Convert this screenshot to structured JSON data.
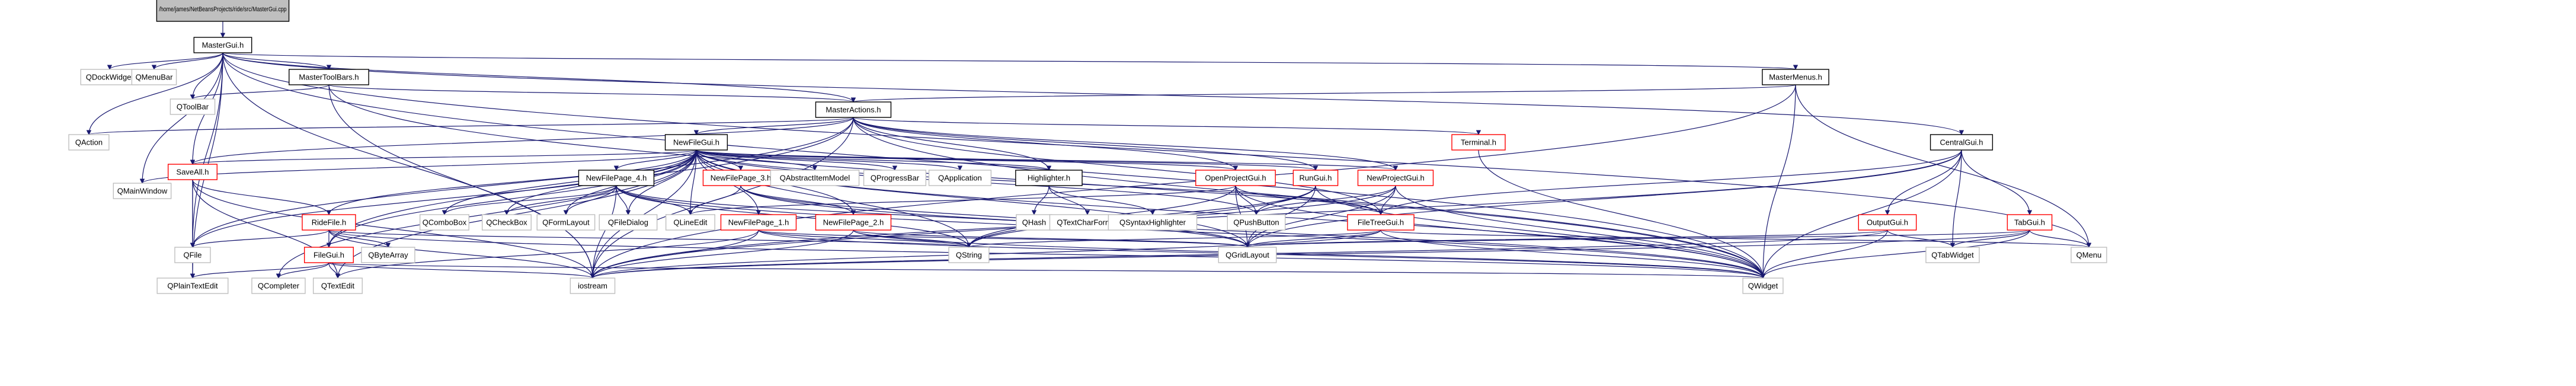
{
  "colors": {
    "edge": "#191970",
    "node_fill": "#ffffff",
    "border_normal": "#000000",
    "border_truncated": "#ff0000",
    "border_external": "#bfbfbf",
    "root_fill": "#bfbfbf",
    "text": "#000000"
  },
  "nodes": [
    {
      "id": "root",
      "label": "/home/james/NetBeansProjects/ride/src/MasterGui.cpp",
      "kind": "root"
    },
    {
      "id": "MasterGui",
      "label": "MasterGui.h",
      "kind": "normal"
    },
    {
      "id": "QDockWidget",
      "label": "QDockWidget",
      "kind": "external"
    },
    {
      "id": "QMenuBar",
      "label": "QMenuBar",
      "kind": "external"
    },
    {
      "id": "MasterToolBars",
      "label": "MasterToolBars.h",
      "kind": "normal"
    },
    {
      "id": "MasterMenus",
      "label": "MasterMenus.h",
      "kind": "normal"
    },
    {
      "id": "CentralGui",
      "label": "CentralGui.h",
      "kind": "normal"
    },
    {
      "id": "QToolBar",
      "label": "QToolBar",
      "kind": "external"
    },
    {
      "id": "MasterActions",
      "label": "MasterActions.h",
      "kind": "normal"
    },
    {
      "id": "QAction",
      "label": "QAction",
      "kind": "external"
    },
    {
      "id": "QMainWindow",
      "label": "QMainWindow",
      "kind": "external"
    },
    {
      "id": "NewFileGui",
      "label": "NewFileGui.h",
      "kind": "normal"
    },
    {
      "id": "Terminal",
      "label": "Terminal.h",
      "kind": "truncated"
    },
    {
      "id": "SaveAll",
      "label": "SaveAll.h",
      "kind": "truncated"
    },
    {
      "id": "NewFilePage_4",
      "label": "NewFilePage_4.h",
      "kind": "normal"
    },
    {
      "id": "NewFilePage_3",
      "label": "NewFilePage_3.h",
      "kind": "truncated"
    },
    {
      "id": "QAbstractItemModel",
      "label": "QAbstractItemModel",
      "kind": "external"
    },
    {
      "id": "QProgressBar",
      "label": "QProgressBar",
      "kind": "external"
    },
    {
      "id": "QApplication",
      "label": "QApplication",
      "kind": "external"
    },
    {
      "id": "Highlighter",
      "label": "Highlighter.h",
      "kind": "normal"
    },
    {
      "id": "OpenProjectGui",
      "label": "OpenProjectGui.h",
      "kind": "truncated"
    },
    {
      "id": "RunGui",
      "label": "RunGui.h",
      "kind": "truncated"
    },
    {
      "id": "NewProjectGui",
      "label": "NewProjectGui.h",
      "kind": "truncated"
    },
    {
      "id": "QComboBox",
      "label": "QComboBox",
      "kind": "external"
    },
    {
      "id": "QCheckBox",
      "label": "QCheckBox",
      "kind": "external"
    },
    {
      "id": "QFormLayout",
      "label": "QFormLayout",
      "kind": "external"
    },
    {
      "id": "QFileDialog",
      "label": "QFileDialog",
      "kind": "external"
    },
    {
      "id": "QLineEdit",
      "label": "QLineEdit",
      "kind": "external"
    },
    {
      "id": "NewFilePage_1",
      "label": "NewFilePage_1.h",
      "kind": "truncated"
    },
    {
      "id": "NewFilePage_2",
      "label": "NewFilePage_2.h",
      "kind": "truncated"
    },
    {
      "id": "QHash",
      "label": "QHash",
      "kind": "external"
    },
    {
      "id": "QTextCharFormat",
      "label": "QTextCharFormat",
      "kind": "external"
    },
    {
      "id": "QSyntaxHighlighter",
      "label": "QSyntaxHighlighter",
      "kind": "external"
    },
    {
      "id": "QPushButton",
      "label": "QPushButton",
      "kind": "external"
    },
    {
      "id": "FileTreeGui",
      "label": "FileTreeGui.h",
      "kind": "truncated"
    },
    {
      "id": "OutputGui",
      "label": "OutputGui.h",
      "kind": "truncated"
    },
    {
      "id": "TabGui",
      "label": "TabGui.h",
      "kind": "truncated"
    },
    {
      "id": "RideFile",
      "label": "RideFile.h",
      "kind": "truncated"
    },
    {
      "id": "QFile",
      "label": "QFile",
      "kind": "external"
    },
    {
      "id": "QByteArray",
      "label": "QByteArray",
      "kind": "external"
    },
    {
      "id": "FileGui",
      "label": "FileGui.h",
      "kind": "truncated"
    },
    {
      "id": "QString",
      "label": "QString",
      "kind": "external"
    },
    {
      "id": "QGridLayout",
      "label": "QGridLayout",
      "kind": "external"
    },
    {
      "id": "QMenu",
      "label": "QMenu",
      "kind": "external"
    },
    {
      "id": "QTabWidget",
      "label": "QTabWidget",
      "kind": "external"
    },
    {
      "id": "QPlainTextEdit",
      "label": "QPlainTextEdit",
      "kind": "external"
    },
    {
      "id": "QCompleter",
      "label": "QCompleter",
      "kind": "external"
    },
    {
      "id": "QTextEdit",
      "label": "QTextEdit",
      "kind": "external"
    },
    {
      "id": "iostream",
      "label": "iostream",
      "kind": "external"
    },
    {
      "id": "QWidget",
      "label": "QWidget",
      "kind": "external"
    }
  ],
  "edges": [
    [
      "root",
      "MasterGui"
    ],
    [
      "MasterGui",
      "QDockWidget"
    ],
    [
      "MasterGui",
      "QMenuBar"
    ],
    [
      "MasterGui",
      "MasterToolBars"
    ],
    [
      "MasterGui",
      "MasterMenus"
    ],
    [
      "MasterGui",
      "CentralGui"
    ],
    [
      "MasterGui",
      "QToolBar"
    ],
    [
      "MasterGui",
      "MasterActions"
    ],
    [
      "MasterGui",
      "QAction"
    ],
    [
      "MasterGui",
      "QMainWindow"
    ],
    [
      "MasterGui",
      "QFile"
    ],
    [
      "MasterGui",
      "QPlainTextEdit"
    ],
    [
      "MasterGui",
      "iostream"
    ],
    [
      "MasterGui",
      "QMenu"
    ],
    [
      "MasterGui",
      "QWidget"
    ],
    [
      "MasterGui",
      "SaveAll"
    ],
    [
      "MasterToolBars",
      "QToolBar"
    ],
    [
      "MasterToolBars",
      "MasterActions"
    ],
    [
      "MasterToolBars",
      "QWidget"
    ],
    [
      "MasterToolBars",
      "iostream"
    ],
    [
      "MasterMenus",
      "MasterActions"
    ],
    [
      "MasterMenus",
      "QMenu"
    ],
    [
      "MasterMenus",
      "QWidget"
    ],
    [
      "MasterMenus",
      "iostream"
    ],
    [
      "MasterActions",
      "QAction"
    ],
    [
      "MasterActions",
      "NewFileGui"
    ],
    [
      "MasterActions",
      "Terminal"
    ],
    [
      "MasterActions",
      "SaveAll"
    ],
    [
      "MasterActions",
      "Highlighter"
    ],
    [
      "MasterActions",
      "OpenProjectGui"
    ],
    [
      "MasterActions",
      "RunGui"
    ],
    [
      "MasterActions",
      "NewProjectGui"
    ],
    [
      "MasterActions",
      "FileTreeGui"
    ],
    [
      "MasterActions",
      "FileGui"
    ],
    [
      "MasterActions",
      "QFile"
    ],
    [
      "MasterActions",
      "QWidget"
    ],
    [
      "MasterActions",
      "iostream"
    ],
    [
      "NewFileGui",
      "QMainWindow"
    ],
    [
      "NewFileGui",
      "SaveAll"
    ],
    [
      "NewFileGui",
      "NewFilePage_4"
    ],
    [
      "NewFileGui",
      "NewFilePage_3"
    ],
    [
      "NewFileGui",
      "QAbstractItemModel"
    ],
    [
      "NewFileGui",
      "QProgressBar"
    ],
    [
      "NewFileGui",
      "QApplication"
    ],
    [
      "NewFileGui",
      "Highlighter"
    ],
    [
      "NewFileGui",
      "OpenProjectGui"
    ],
    [
      "NewFileGui",
      "RunGui"
    ],
    [
      "NewFileGui",
      "NewProjectGui"
    ],
    [
      "NewFileGui",
      "QComboBox"
    ],
    [
      "NewFileGui",
      "QCheckBox"
    ],
    [
      "NewFileGui",
      "QFormLayout"
    ],
    [
      "NewFileGui",
      "QFileDialog"
    ],
    [
      "NewFileGui",
      "QLineEdit"
    ],
    [
      "NewFileGui",
      "NewFilePage_1"
    ],
    [
      "NewFileGui",
      "NewFilePage_2"
    ],
    [
      "NewFileGui",
      "QPushButton"
    ],
    [
      "NewFileGui",
      "FileTreeGui"
    ],
    [
      "NewFileGui",
      "RideFile"
    ],
    [
      "NewFileGui",
      "QFile"
    ],
    [
      "NewFileGui",
      "FileGui"
    ],
    [
      "NewFileGui",
      "QString"
    ],
    [
      "NewFileGui",
      "QGridLayout"
    ],
    [
      "NewFileGui",
      "QCompleter"
    ],
    [
      "NewFileGui",
      "QTextEdit"
    ],
    [
      "NewFileGui",
      "iostream"
    ],
    [
      "NewFileGui",
      "QWidget"
    ],
    [
      "Terminal",
      "QWidget"
    ],
    [
      "SaveAll",
      "RideFile"
    ],
    [
      "SaveAll",
      "QFile"
    ],
    [
      "SaveAll",
      "QPlainTextEdit"
    ],
    [
      "SaveAll",
      "iostream"
    ],
    [
      "SaveAll",
      "QTextEdit"
    ],
    [
      "NewFilePage_4",
      "QComboBox"
    ],
    [
      "NewFilePage_4",
      "QCheckBox"
    ],
    [
      "NewFilePage_4",
      "QFormLayout"
    ],
    [
      "NewFilePage_4",
      "QFileDialog"
    ],
    [
      "NewFilePage_4",
      "QLineEdit"
    ],
    [
      "NewFilePage_4",
      "QString"
    ],
    [
      "NewFilePage_4",
      "QGridLayout"
    ],
    [
      "NewFilePage_4",
      "QWidget"
    ],
    [
      "NewFilePage_4",
      "iostream"
    ],
    [
      "NewFilePage_3",
      "QLineEdit"
    ],
    [
      "NewFilePage_3",
      "NewFilePage_2"
    ],
    [
      "NewFilePage_3",
      "QGridLayout"
    ],
    [
      "NewFilePage_3",
      "QWidget"
    ],
    [
      "Highlighter",
      "QHash"
    ],
    [
      "Highlighter",
      "QTextCharFormat"
    ],
    [
      "Highlighter",
      "QSyntaxHighlighter"
    ],
    [
      "OpenProjectGui",
      "QLineEdit"
    ],
    [
      "OpenProjectGui",
      "QPushButton"
    ],
    [
      "OpenProjectGui",
      "FileTreeGui"
    ],
    [
      "OpenProjectGui",
      "QString"
    ],
    [
      "OpenProjectGui",
      "QGridLayout"
    ],
    [
      "OpenProjectGui",
      "QWidget"
    ],
    [
      "RunGui",
      "QPushButton"
    ],
    [
      "RunGui",
      "QString"
    ],
    [
      "RunGui",
      "QGridLayout"
    ],
    [
      "RunGui",
      "iostream"
    ],
    [
      "RunGui",
      "QWidget"
    ],
    [
      "NewProjectGui",
      "QPushButton"
    ],
    [
      "NewProjectGui",
      "FileTreeGui"
    ],
    [
      "NewProjectGui",
      "QString"
    ],
    [
      "NewProjectGui",
      "QGridLayout"
    ],
    [
      "NewProjectGui",
      "QWidget"
    ],
    [
      "NewFilePage_1",
      "QString"
    ],
    [
      "NewFilePage_1",
      "QGridLayout"
    ],
    [
      "NewFilePage_1",
      "iostream"
    ],
    [
      "NewFilePage_1",
      "QWidget"
    ],
    [
      "NewFilePage_1",
      "QTextEdit"
    ],
    [
      "NewFilePage_2",
      "QString"
    ],
    [
      "NewFilePage_2",
      "QGridLayout"
    ],
    [
      "NewFilePage_2",
      "iostream"
    ],
    [
      "NewFilePage_2",
      "QWidget"
    ],
    [
      "CentralGui",
      "FileTreeGui"
    ],
    [
      "CentralGui",
      "OutputGui"
    ],
    [
      "CentralGui",
      "TabGui"
    ],
    [
      "CentralGui",
      "QGridLayout"
    ],
    [
      "CentralGui",
      "QTabWidget"
    ],
    [
      "CentralGui",
      "QWidget"
    ],
    [
      "CentralGui",
      "iostream"
    ],
    [
      "FileTreeGui",
      "QString"
    ],
    [
      "FileTreeGui",
      "QGridLayout"
    ],
    [
      "FileTreeGui",
      "QMenu"
    ],
    [
      "FileTreeGui",
      "iostream"
    ],
    [
      "FileTreeGui",
      "QWidget"
    ],
    [
      "OutputGui",
      "QGridLayout"
    ],
    [
      "OutputGui",
      "QTabWidget"
    ],
    [
      "OutputGui",
      "iostream"
    ],
    [
      "OutputGui",
      "QWidget"
    ],
    [
      "TabGui",
      "QTabWidget"
    ],
    [
      "TabGui",
      "QMenu"
    ],
    [
      "TabGui",
      "QGridLayout"
    ],
    [
      "TabGui",
      "iostream"
    ],
    [
      "TabGui",
      "QWidget"
    ],
    [
      "RideFile",
      "QFile"
    ],
    [
      "RideFile",
      "QByteArray"
    ],
    [
      "RideFile",
      "FileGui"
    ],
    [
      "RideFile",
      "QString"
    ],
    [
      "RideFile",
      "iostream"
    ],
    [
      "RideFile",
      "QWidget"
    ],
    [
      "FileGui",
      "QPlainTextEdit"
    ],
    [
      "FileGui",
      "QCompleter"
    ],
    [
      "FileGui",
      "QTextEdit"
    ],
    [
      "FileGui",
      "iostream"
    ],
    [
      "FileGui",
      "QWidget"
    ]
  ]
}
